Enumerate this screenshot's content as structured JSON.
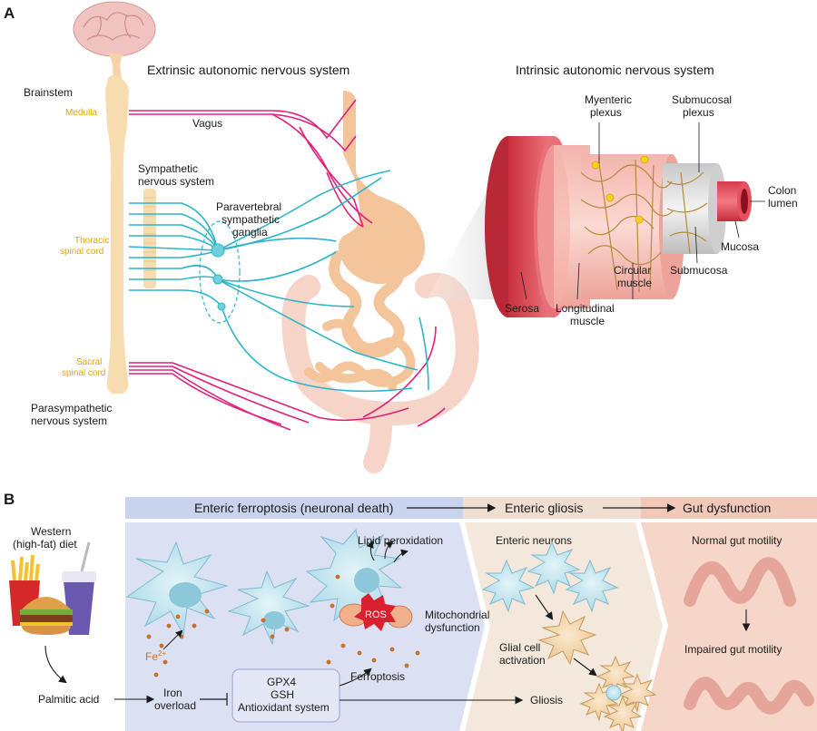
{
  "panel_a": {
    "letter": "A",
    "extrinsic_title": "Extrinsic autonomic nervous system",
    "intrinsic_title": "Intrinsic autonomic nervous system",
    "brainstem": "Brainstem",
    "medulla": "Medulla",
    "vagus": "Vagus",
    "sympathetic_1": "Sympathetic",
    "sympathetic_2": "nervous system",
    "paravertebral_1": "Paravertebral",
    "paravertebral_2": "sympathetic",
    "paravertebral_3": "ganglia",
    "thoracic_1": "Thoracic",
    "thoracic_2": "spinal cord",
    "sacral_1": "Sacral",
    "sacral_2": "spinal cord",
    "parasympathetic_1": "Parasympathetic",
    "parasympathetic_2": "nervous system",
    "myenteric_1": "Myenteric",
    "myenteric_2": "plexus",
    "submucosal_plexus_1": "Submucosal",
    "submucosal_plexus_2": "plexus",
    "colon_lumen_1": "Colon",
    "colon_lumen_2": "lumen",
    "mucosa": "Mucosa",
    "circular_1": "Circular",
    "circular_2": "muscle",
    "submucosa": "Submucosa",
    "serosa": "Serosa",
    "longitudinal_1": "Longitudinal",
    "longitudinal_2": "muscle"
  },
  "panel_b": {
    "letter": "B",
    "band_ferroptosis": "Enteric ferroptosis (neuronal death)",
    "band_gliosis": "Enteric gliosis",
    "band_dysfunction": "Gut dysfunction",
    "diet_1": "Western",
    "diet_2": "(high-fat) diet",
    "palmitic": "Palmitic acid",
    "iron_1": "Iron",
    "iron_2": "overload",
    "gpx4": "GPX4",
    "gsh": "GSH",
    "antioxidant": "Antioxidant system",
    "ferroptosis": "Ferroptosis",
    "fe": "Fe",
    "fe_sup": "2+",
    "lipid": "Lipid peroxidation",
    "ros": "ROS",
    "mito_1": "Mitochondrial",
    "mito_2": "dysfunction",
    "enteric_neurons": "Enteric neurons",
    "glial_1": "Glial cell",
    "glial_2": "activation",
    "gliosis": "Gliosis",
    "normal": "Normal gut motility",
    "impaired": "Impaired gut motility"
  },
  "colors": {
    "magenta_nerve": "#e0207a",
    "cyan_nerve": "#2bb5c8",
    "spinal_cord": "#f7dcb0",
    "gold_text": "#e0a800",
    "band_blue": "#c9d3ee",
    "band_beige": "#f0dfd0",
    "band_pink": "#f2c9b8",
    "neuron_fill": "#bfe3ee"
  }
}
